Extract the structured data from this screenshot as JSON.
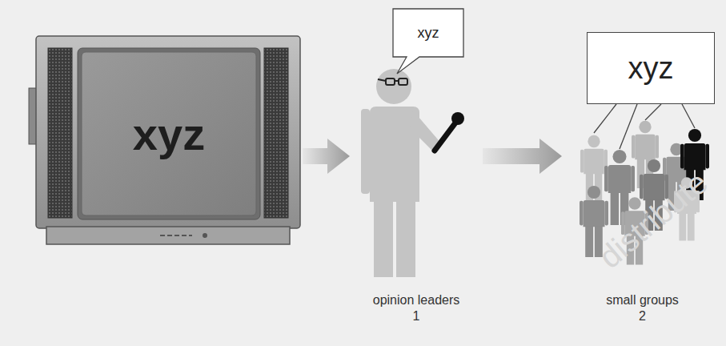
{
  "diagram": {
    "nodes": [
      {
        "text": [
          "xyz"
        ]
      },
      {
        "text": [
          "xyz"
        ]
      },
      {
        "text": [
          "opinion leaders",
          "1"
        ]
      },
      {
        "text": [
          "xyz"
        ]
      },
      {
        "text": [
          "small groups",
          "2"
        ]
      }
    ],
    "edges": [
      {
        "from": 0,
        "to": 2,
        "arrow": "to"
      },
      {
        "from": 2,
        "to": 4,
        "arrow": "to"
      }
    ],
    "labels": [
      "distribute"
    ]
  }
}
